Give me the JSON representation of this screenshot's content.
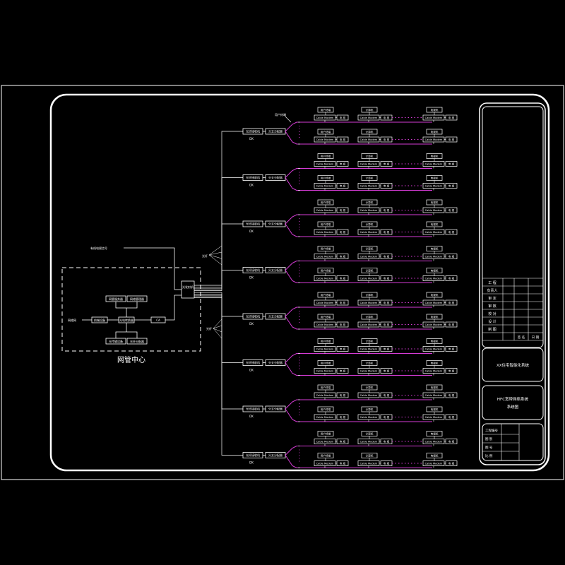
{
  "center": {
    "title": "网管中心",
    "external_label": "有线电视信号",
    "left_label": "网络网",
    "center_device": "光电转换器",
    "left_device": "前端设备",
    "line_device": "CA",
    "top_left": "网管服务器",
    "top_right": "网络管理器",
    "bottom_left": "光传输设备",
    "bottom_right": "光纤分配器",
    "main_box": "光发射机",
    "fiber_up": "光纤",
    "fiber_down": "光纤"
  },
  "groups": [
    {
      "node": "光纤接收机",
      "splitter": "分支分配器",
      "code": "DK",
      "first_label": "用户终端"
    },
    {
      "node": "光纤接收机",
      "splitter": "分支分配器",
      "code": "DK"
    },
    {
      "node": "光纤接收机",
      "splitter": "分支分配器",
      "code": "DK"
    },
    {
      "node": "光纤接收机",
      "splitter": "分支分配器",
      "code": "DK"
    },
    {
      "node": "光纤接收机",
      "splitter": "分支分配器",
      "code": "DK"
    },
    {
      "node": "光纤接收机",
      "splitter": "分支分配器",
      "code": "DK"
    },
    {
      "node": "光纤接收机",
      "splitter": "分支分配器",
      "code": "DK"
    },
    {
      "node": "光纤接收机",
      "splitter": "分支分配器",
      "code": "DK"
    }
  ],
  "columns": [
    {
      "head": "用户终端"
    },
    {
      "head": "计算机"
    },
    {
      "head": "电视机"
    }
  ],
  "cell": {
    "modem": "Cable Modem",
    "tv": "电 视"
  },
  "title_block": {
    "rows": [
      "工 程",
      "负责人",
      "审 定",
      "审 核",
      "校 对",
      "设 计",
      "制 图"
    ],
    "footer": [
      "签  名",
      "日  期"
    ],
    "project": "XX住宅智能化系统",
    "drawing_name_1": "HFC宽带网络系统",
    "drawing_name_2": "系统图",
    "info_rows": [
      "工程编号",
      "图 别",
      "图 号",
      "比 例"
    ]
  }
}
